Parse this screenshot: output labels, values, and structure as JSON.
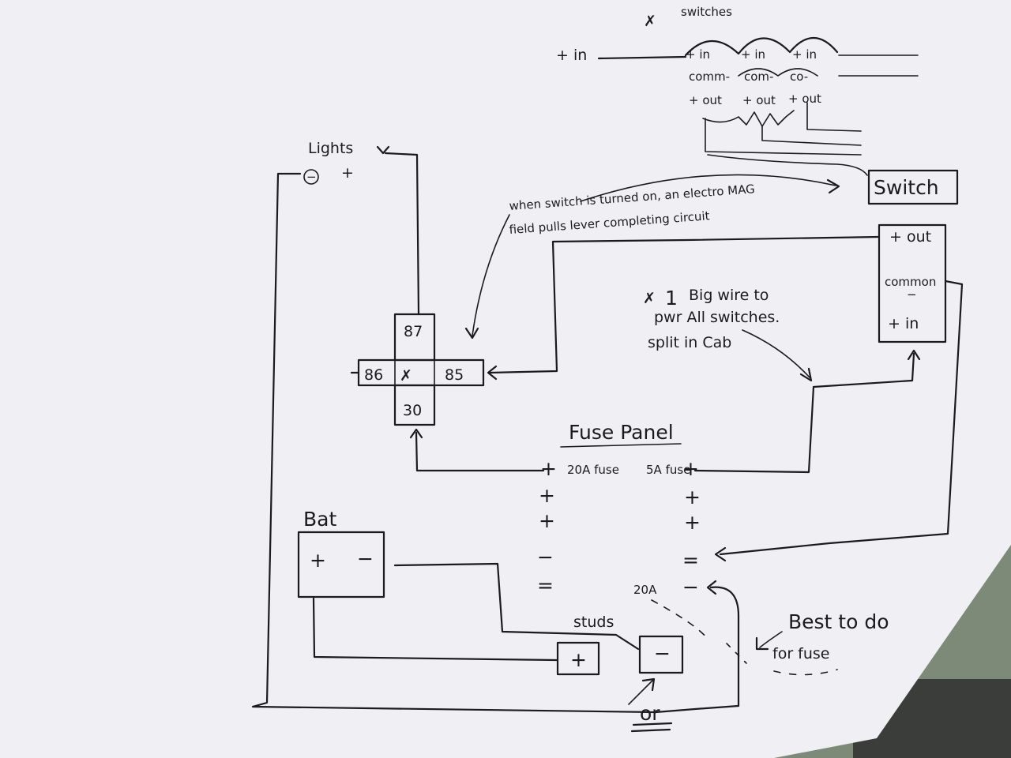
{
  "colors": {
    "paper": "#f0eff3",
    "ink": "#1b1b1f",
    "background": "#7d8a78",
    "background_dark": "#3a3d39"
  },
  "header": {
    "star_mark": "✗",
    "switches_title": "switches",
    "plus_in_left": "+ in",
    "switch_rows": {
      "plus_in": [
        "+ in",
        "+ in",
        "+ in"
      ],
      "common": [
        "comm-",
        "com-",
        "co-"
      ],
      "plus_out": [
        "+ out",
        "+ out",
        "+ out"
      ]
    }
  },
  "lights": {
    "label": "Lights",
    "minus": "−",
    "plus": "+"
  },
  "annotation_switch": {
    "line1": "when switch is turned on, an electro MAG",
    "line2": "field pulls lever completing circuit"
  },
  "switch_box": {
    "title": "Switch",
    "plus_out": "+ out",
    "common": "common",
    "common_mark": "−",
    "plus_in": "+ in"
  },
  "big_wire_note": {
    "star": "✗",
    "number": "1",
    "line1": "Big wire to",
    "line2": "pwr All switches.",
    "line3": "split in Cab"
  },
  "relay": {
    "pin_87": "87",
    "pin_86": "86",
    "pin_85": "85",
    "pin_30": "30",
    "center_mark": "✗"
  },
  "fuse_panel": {
    "title": "Fuse Panel",
    "row1_left": "+",
    "row1_fuse_a": "20A fuse",
    "row1_fuse_b": "5A fuse",
    "row1_right": "+",
    "left_column": [
      "+",
      "+",
      "−",
      "="
    ],
    "right_column": [
      "+",
      "+",
      "=",
      "−"
    ],
    "note_20a": "20A"
  },
  "battery": {
    "label": "Bat",
    "plus": "+",
    "minus": "−"
  },
  "studs": {
    "label": "studs",
    "plus": "+",
    "minus": "−"
  },
  "fuse_note": {
    "line1": "Best to do",
    "line2": "for fuse"
  },
  "or_note": "or"
}
